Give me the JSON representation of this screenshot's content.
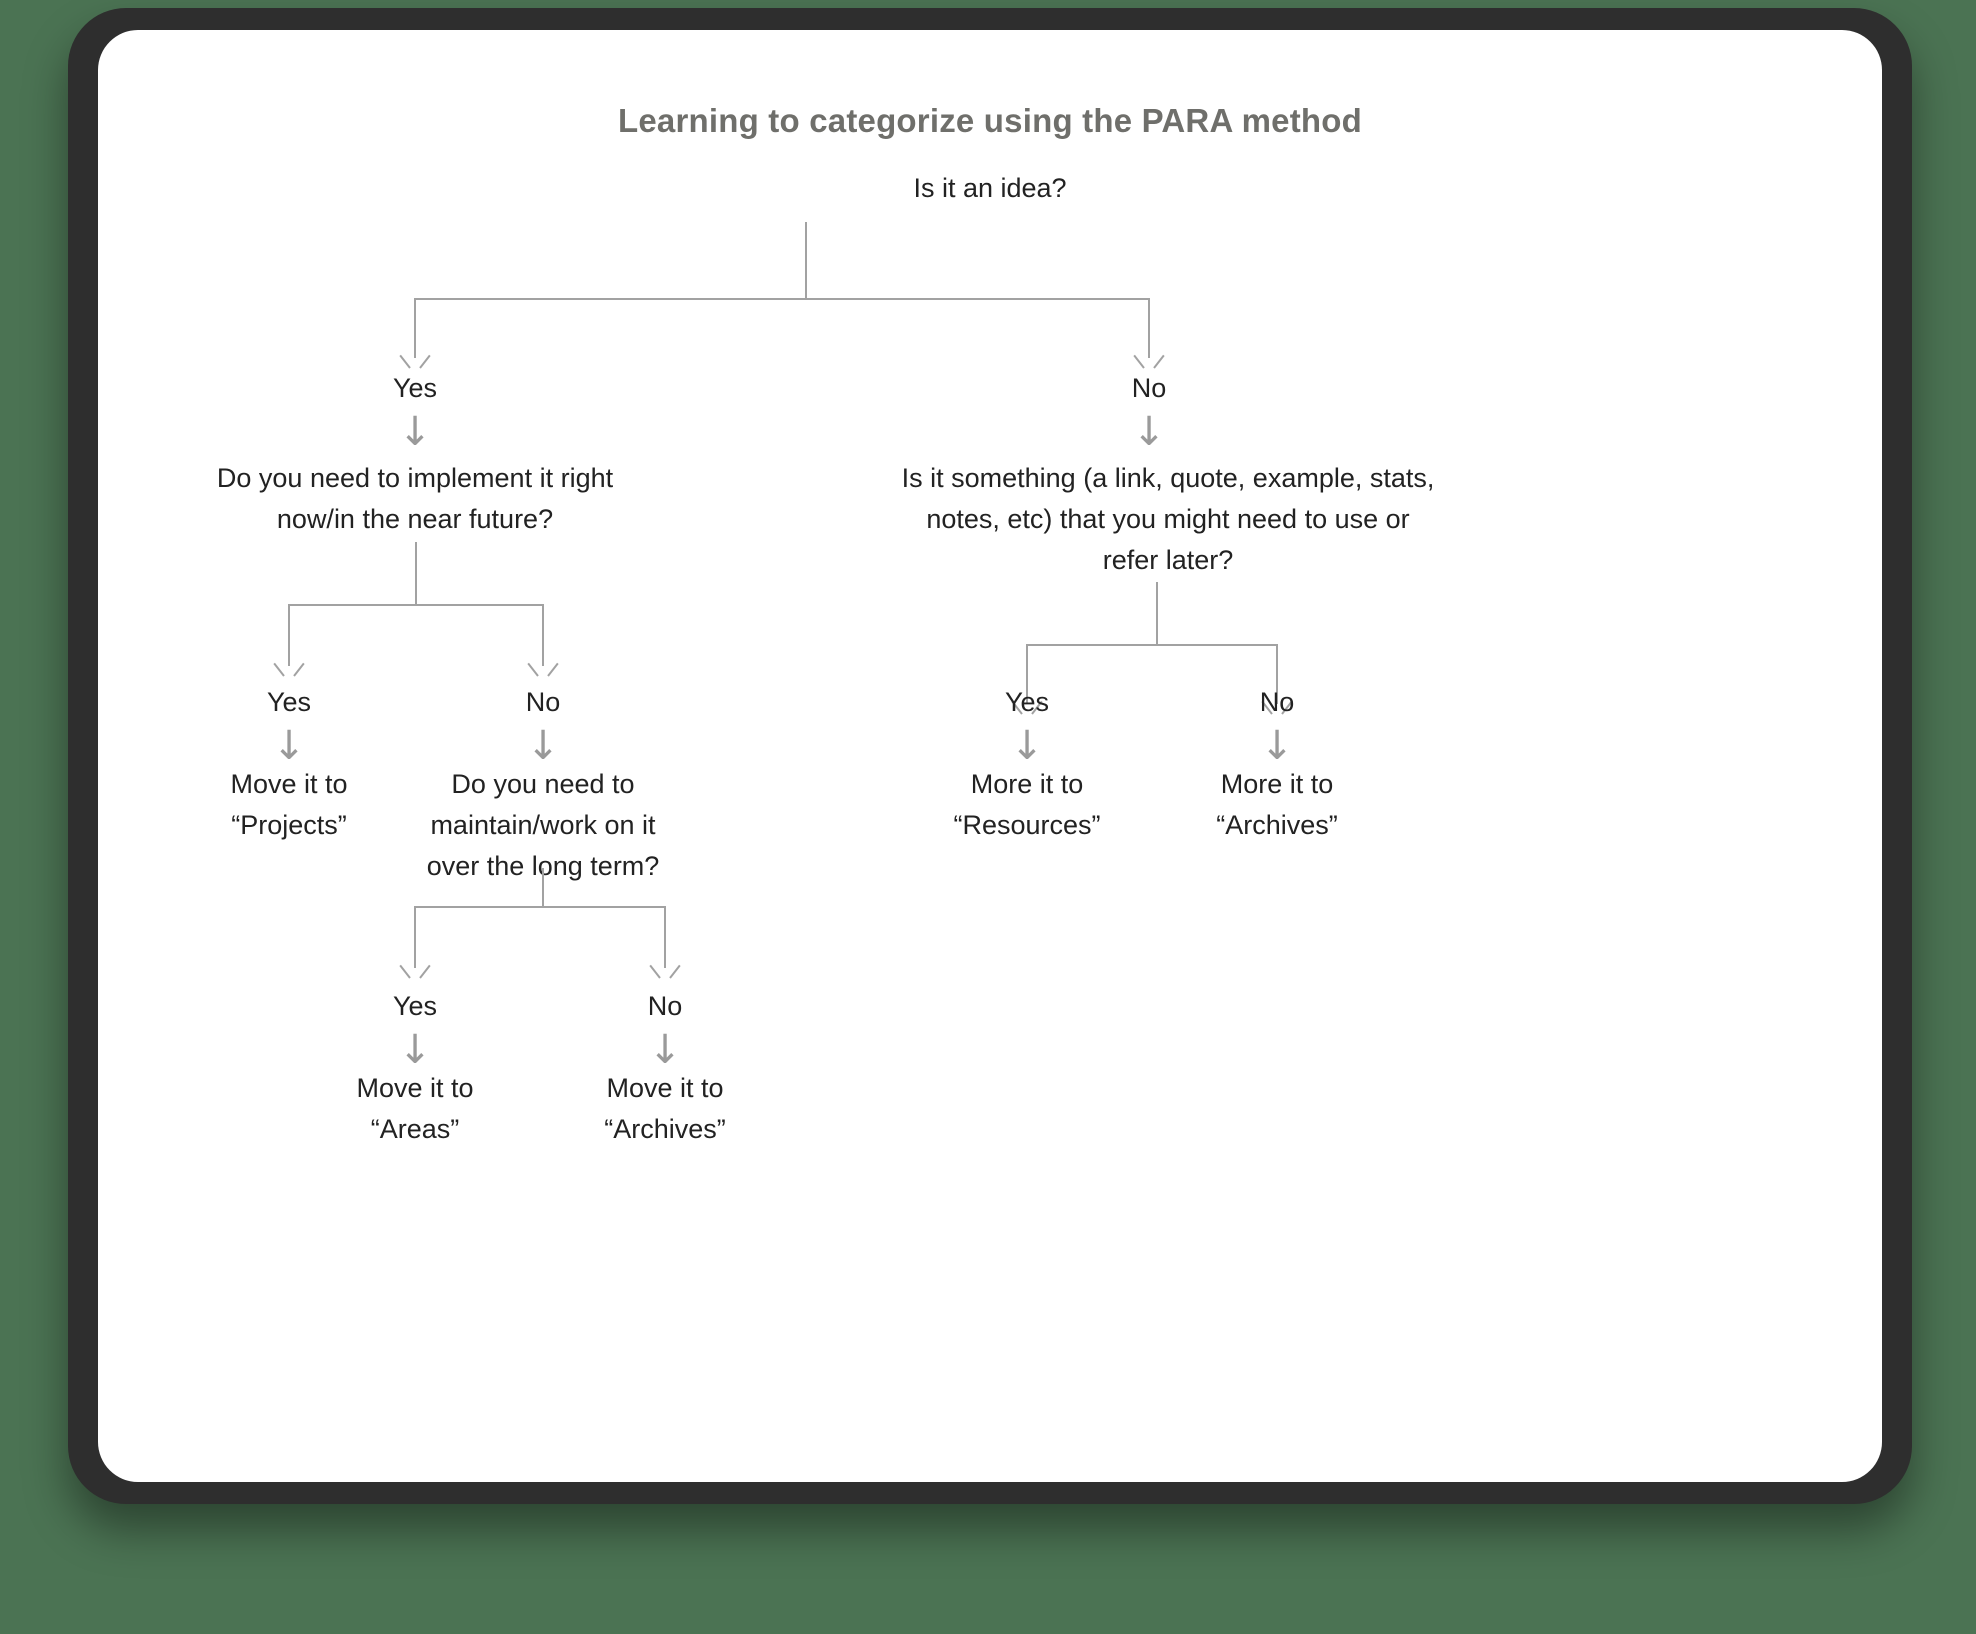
{
  "background_color": "#4b7353",
  "frame_color": "#2e2e2e",
  "canvas_color": "#ffffff",
  "connector_color": "#a2a2a2",
  "title_color": "#6f6f6b",
  "text_color": "#222222",
  "title": "Learning to categorize using the PARA method",
  "arrow_glyph": "↓",
  "nodes": {
    "root": "Is it an idea?",
    "branch_yes": "Yes",
    "branch_no": "No",
    "q_left": "Do you need to implement it right\nnow/in the near future?",
    "q_right": "Is it something (a link, quote, example, stats,\nnotes, etc) that you might need to use or\nrefer later?",
    "left_yes": "Yes",
    "left_no": "No",
    "left_yes_result": "Move it to\n“Projects”",
    "q_left_deep": "Do you need to\nmaintain/work on it\nover the long term?",
    "deep_yes": "Yes",
    "deep_no": "No",
    "deep_yes_result": "Move it to\n“Areas”",
    "deep_no_result": "Move it to\n“Archives”",
    "right_yes": "Yes",
    "right_no": "No",
    "right_yes_result": "More it to\n“Resources”",
    "right_no_result": "More it to\n“Archives”"
  },
  "chart_data": {
    "type": "tree",
    "title": "Learning to categorize using the PARA method",
    "root": {
      "text": "Is it an idea?",
      "children": [
        {
          "edge": "Yes",
          "text": "Do you need to implement it right now/in the near future?",
          "children": [
            {
              "edge": "Yes",
              "text": "Move it to “Projects”"
            },
            {
              "edge": "No",
              "text": "Do you need to maintain/work on it over the long term?",
              "children": [
                {
                  "edge": "Yes",
                  "text": "Move it to “Areas”"
                },
                {
                  "edge": "No",
                  "text": "Move it to “Archives”"
                }
              ]
            }
          ]
        },
        {
          "edge": "No",
          "text": "Is it something (a link, quote, example, stats, notes, etc) that you might need to use or refer later?",
          "children": [
            {
              "edge": "Yes",
              "text": "More it to “Resources”"
            },
            {
              "edge": "No",
              "text": "More it to “Archives”"
            }
          ]
        }
      ]
    }
  }
}
